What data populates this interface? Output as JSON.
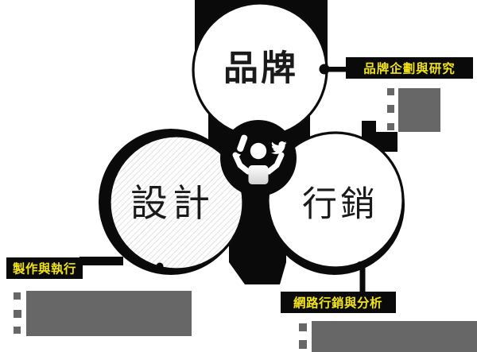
{
  "diagram": {
    "nodes": [
      {
        "id": "brand",
        "label": "品牌"
      },
      {
        "id": "design",
        "label": "設計"
      },
      {
        "id": "marketing",
        "label": "行銷"
      }
    ],
    "callouts": [
      {
        "id": "brand-callout",
        "label": "品牌企劃與研究"
      },
      {
        "id": "production-callout",
        "label": "製作與執行"
      },
      {
        "id": "web-callout",
        "label": "網路行銷與分析"
      }
    ],
    "center_icons": [
      "person-cheering-icon",
      "pencil-icon",
      "twitter-bird-icon"
    ],
    "placeholders": {
      "top_right_bullet_rows": 3,
      "bottom_left_bullet_rows": 3,
      "bottom_right_bullet_rows": 2
    },
    "colors": {
      "ink_black": "#0a0a0a",
      "accent_yellow": "#f2e318",
      "placeholder_gray": "#676767",
      "hatch_gray": "#c9c9c9",
      "paper_white": "#ffffff"
    }
  }
}
